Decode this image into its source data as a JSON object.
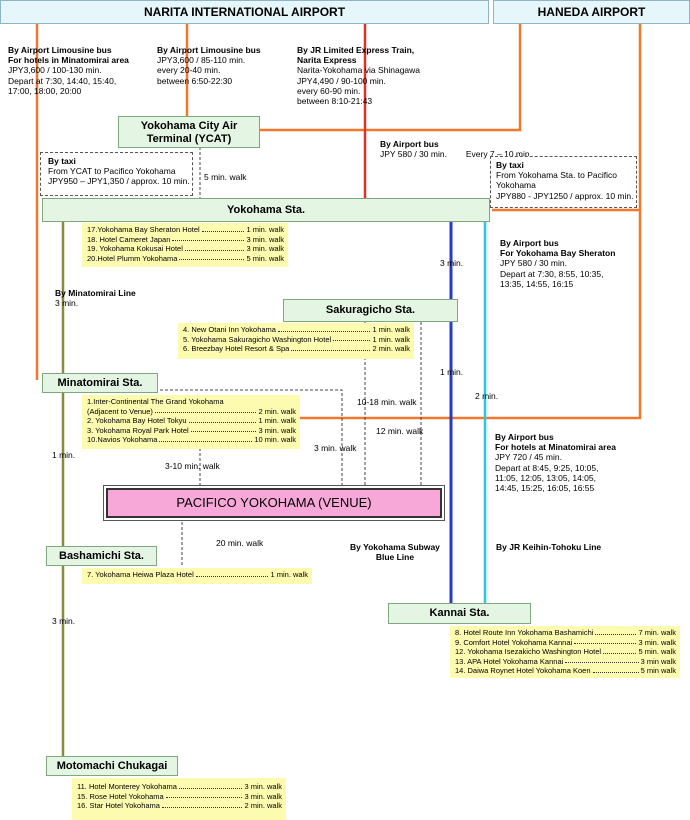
{
  "airports": {
    "narita": "NARITA INTERNATIONAL AIRPORT",
    "haneda": "HANEDA AIRPORT"
  },
  "routes": {
    "limo_minatomirai": [
      "By Airport Limousine bus",
      "For hotels in Minatomirai area",
      "JPY3,600 / 100-130 min.",
      "Depart at 7:30, 14:40, 15:40,",
      "17:00, 18:00, 20:00"
    ],
    "limo_ycat": [
      "By Airport Limousine bus",
      "JPY3,600 / 85-110 min.",
      "every 20-40 min.",
      "between 6:50-22:30"
    ],
    "jr_nex": [
      "By JR Limited Express Train,",
      "Narita Express",
      "Narita-Yokohama via Shinagawa",
      "JPY4,490 / 90-100 min.",
      "every 60-90 min.",
      "between 8:10-21:43"
    ],
    "haneda_bus_ycat": [
      "By Airport bus",
      "JPY 580 / 30 min.",
      "Every 7 – 10 min."
    ],
    "taxi_ycat": [
      "By taxi",
      "From YCAT to Pacifico Yokohama",
      "JPY950 – JPY1,350 / approx. 10 min."
    ],
    "taxi_haneda": [
      "By taxi",
      "From Yokohama Sta. to Pacifico",
      "Yokohama",
      "JPY880 - JPY1250 / approx. 10 min."
    ],
    "haneda_bus_sheraton": [
      "By Airport bus",
      "For Yokohama Bay Sheraton",
      "JPY 580 / 30 min.",
      "Depart at 7:30, 8:55, 10:35,",
      "13:35, 14:55, 16:15"
    ],
    "haneda_bus_minatomirai": [
      "By Airport bus",
      "For hotels at Minatomirai area",
      "JPY 720 / 45 min.",
      "Depart at 8:45, 9:25, 10:05,",
      "11:05, 12:05, 13:05, 14:05,",
      "14:45, 15:25, 16:05, 16:55"
    ]
  },
  "stations": {
    "ycat": [
      "Yokohama City Air",
      "Terminal (YCAT)"
    ],
    "yokohama": "Yokohama Sta.",
    "sakuragicho": "Sakuragicho Sta.",
    "minatomirai": "Minatomirai Sta.",
    "bashamichi": "Bashamichi Sta.",
    "kannai": "Kannai Sta.",
    "motomachi": "Motomachi Chukagai Sta."
  },
  "venue": "PACIFICO YOKOHAMA (VENUE)",
  "line_labels": {
    "minatomirai_line": "By Minatomirai Line",
    "subway": [
      "By Yokohama Subway",
      "Blue Line"
    ],
    "keihin": "By JR Keihin-Tohoku Line"
  },
  "walks": {
    "ycat_walk": "5 min. walk",
    "yoko_minato": "3 min.",
    "minato_basha": "1 min.",
    "basha_moto": "3 min.",
    "blue_yoko_sakura": "3 min.",
    "blue_sakura_kannai": "1 min.",
    "keihin_sakura_kannai": "2 min.",
    "sakura_walk_a": "10-18 min. walk",
    "sakura_walk_b": "12   min. walk",
    "mm_walk_3_10": "3-10 min. walk",
    "mm_walk_3": "3 min. walk",
    "basha_walk_20": "20 min. walk"
  },
  "hotels": {
    "yokohama": [
      {
        "name": "17.Yokohama Bay Sheraton Hotel",
        "walk": "1 min. walk"
      },
      {
        "name": "18. Hotel Cameret Japan",
        "walk": "3 min. walk"
      },
      {
        "name": "19. Yokohama Kokusai Hotel",
        "walk": "3 min. walk"
      },
      {
        "name": "20.Hotel Plumm Yokohama",
        "walk": "5 min. walk"
      }
    ],
    "sakuragicho": [
      {
        "name": "4. New Otani Inn Yokohama",
        "walk": "1 min. walk"
      },
      {
        "name": "5. Yokohama Sakuragicho Washington Hotel",
        "walk": "1 min. walk"
      },
      {
        "name": "6. Breezbay Hotel Resort & Spa",
        "walk": "2 min. walk"
      }
    ],
    "minatomirai": [
      {
        "name": "1.Inter-Continental The Grand Yokohama",
        "walk": ""
      },
      {
        "name": "(Adjacent to Venue)",
        "walk": "2 min. walk"
      },
      {
        "name": "2. Yokohama Bay Hotel Tokyu",
        "walk": "1 min. walk"
      },
      {
        "name": "3. Yokohama Royal Park Hotel",
        "walk": "3 min. walk"
      },
      {
        "name": "10.Navios Yokohama",
        "walk": "10 min. walk"
      }
    ],
    "bashamichi": [
      {
        "name": "7. Yokohama Heiwa Plaza Hotel",
        "walk": "1 min. walk"
      }
    ],
    "kannai": [
      {
        "name": "8. Hotel Route Inn Yokohama Bashamichi",
        "walk": "7 min. walk"
      },
      {
        "name": "9. Comfort Hotel Yokohama Kannai",
        "walk": "3 min. walk"
      },
      {
        "name": "12. Yokohama Isezakicho Washington Hotel",
        "walk": "5 min. walk"
      },
      {
        "name": "13. APA Hotel Yokohama Kannai",
        "walk": "3 min walk"
      },
      {
        "name": "14. Daiwa Roynet Hotel Yokohama Koen",
        "walk": "5 min walk"
      }
    ],
    "motomachi": [
      {
        "name": "11. Hotel Monterey Yokohama",
        "walk": "3 min. walk"
      },
      {
        "name": "15. Rose Hotel Yokohama",
        "walk": "3 min. walk"
      },
      {
        "name": "16. Star Hotel Yokohama",
        "walk": "2 min. walk"
      }
    ]
  },
  "colors": {
    "bus": "#f0782d",
    "jr_express": "#e0302a",
    "blue_line": "#2b3ac4",
    "keihin": "#27c8e0",
    "minatomirai_line": "#8a8a3a",
    "walk": "#444444"
  }
}
